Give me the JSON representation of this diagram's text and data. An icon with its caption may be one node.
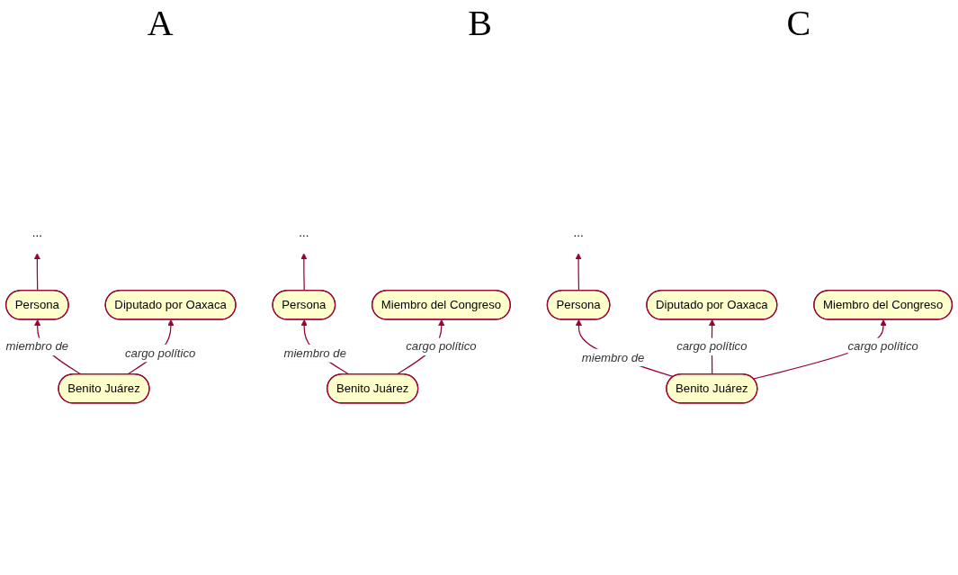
{
  "diagram": {
    "nodes": [
      {
        "text": [
          "..."
        ]
      },
      {
        "text": [
          "Persona"
        ]
      },
      {
        "text": [
          "Benito Juárez"
        ]
      },
      {
        "text": [
          "Diputado por Oaxaca"
        ]
      },
      {
        "text": [
          "..."
        ]
      },
      {
        "text": [
          "Persona"
        ]
      },
      {
        "text": [
          "Benito Juárez"
        ]
      },
      {
        "text": [
          "Miembro del Congreso"
        ]
      },
      {
        "text": [
          "..."
        ]
      },
      {
        "text": [
          "Persona"
        ]
      },
      {
        "text": [
          "Benito Juárez"
        ]
      },
      {
        "text": [
          "Diputado por Oaxaca"
        ]
      },
      {
        "text": [
          "Miembro del Congreso"
        ]
      }
    ],
    "edges": [
      {
        "from": 1,
        "to": 0,
        "arrow": "to"
      },
      {
        "from": 2,
        "to": 1,
        "label": "miembro de",
        "arrow": "to"
      },
      {
        "from": 2,
        "to": 3,
        "label": "cargo político",
        "arrow": "to"
      },
      {
        "from": 5,
        "to": 4,
        "arrow": "to"
      },
      {
        "from": 6,
        "to": 5,
        "label": "miembro de",
        "arrow": "to"
      },
      {
        "from": 6,
        "to": 7,
        "label": "cargo político",
        "arrow": "to"
      },
      {
        "from": 9,
        "to": 8,
        "arrow": "to"
      },
      {
        "from": 10,
        "to": 9,
        "label": "miembro de",
        "arrow": "to"
      },
      {
        "from": 10,
        "to": 11,
        "label": "cargo político",
        "arrow": "to"
      },
      {
        "from": 10,
        "to": 12,
        "label": "cargo político",
        "arrow": "to"
      }
    ],
    "labels": [
      "A",
      "B",
      "C"
    ]
  }
}
